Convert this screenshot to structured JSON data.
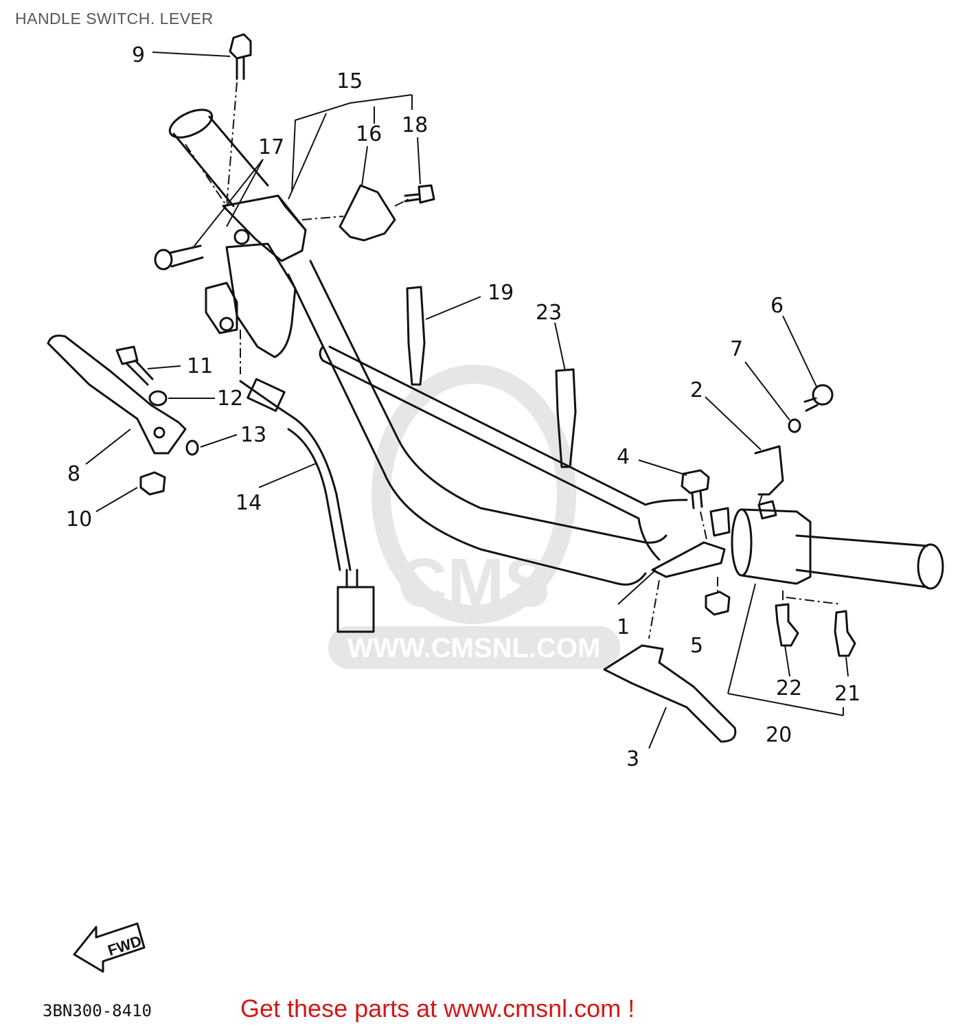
{
  "header": {
    "title": "HANDLE SWITCH. LEVER"
  },
  "diagram": {
    "callouts": [
      "1",
      "2",
      "3",
      "4",
      "5",
      "6",
      "7",
      "8",
      "9",
      "10",
      "11",
      "12",
      "13",
      "14",
      "15",
      "16",
      "17",
      "18",
      "19",
      "20",
      "21",
      "22",
      "23"
    ],
    "fwd_label": "FWD",
    "watermark": {
      "logo_text": "CMS",
      "url_text": "WWW.CMSNL.COM"
    }
  },
  "footer": {
    "drawing_number": "3BN300-8410",
    "cta": "Get these parts at www.cmsnl.com !"
  },
  "colors": {
    "line": "#111111",
    "cta": "#d51616",
    "watermark": "#e6e6e6",
    "title": "#555555"
  }
}
